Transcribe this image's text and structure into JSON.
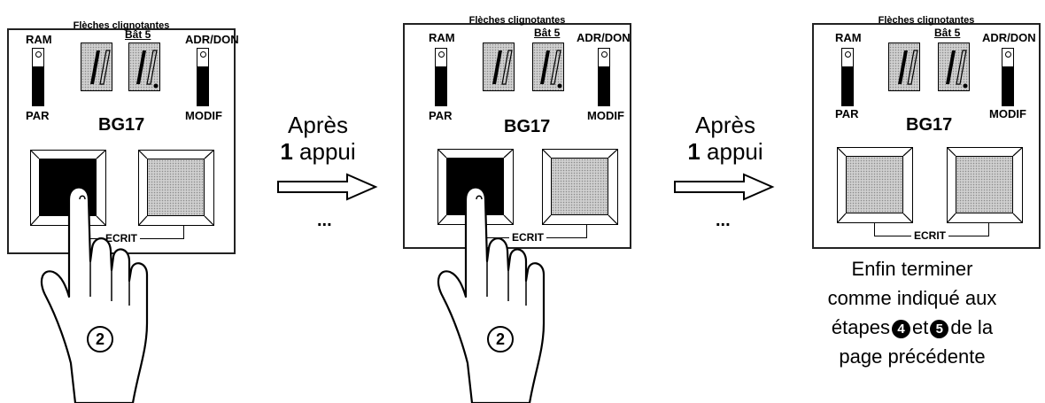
{
  "panels": [
    {
      "header": "Flèches clignotantes",
      "ram_label": "RAM",
      "par_label": "PAR",
      "bat_label": "Bât 5",
      "adr_label": "ADR/DON",
      "modif_label": "MODIF",
      "model": "BG17",
      "ecrit_label": "ECRIT",
      "left_button": "pressed",
      "right_button": "released",
      "ram_switch": "down",
      "adr_switch": "down",
      "hand": true,
      "step": "2"
    },
    {
      "header": "Flèches clignotantes",
      "ram_label": "RAM",
      "par_label": "PAR",
      "bat_label": "Bât 5",
      "adr_label": "ADR/DON",
      "modif_label": "MODIF",
      "model": "BG17",
      "ecrit_label": "ECRIT",
      "left_button": "pressed",
      "right_button": "released",
      "ram_switch": "down",
      "adr_switch": "down",
      "hand": true,
      "step": "2"
    },
    {
      "header": "Flèches clignotantes",
      "ram_label": "RAM",
      "par_label": "PAR",
      "bat_label": "Bât 5",
      "adr_label": "ADR/DON",
      "modif_label": "MODIF",
      "model": "BG17",
      "ecrit_label": "ECRIT",
      "left_button": "released",
      "right_button": "released",
      "ram_switch": "down",
      "adr_switch": "down",
      "hand": false
    }
  ],
  "transitions": [
    {
      "line1": "Après",
      "count": "1",
      "word": "appui",
      "dots": "..."
    },
    {
      "line1": "Après",
      "count": "1",
      "word": "appui",
      "dots": "..."
    }
  ],
  "final_note": {
    "line1": "Enfin terminer",
    "line2": "comme indiqué aux",
    "line3_before": "étapes",
    "step_a": "4",
    "line3_mid": "et",
    "step_b": "5",
    "line3_after": "de la",
    "line4": "page précédente"
  }
}
